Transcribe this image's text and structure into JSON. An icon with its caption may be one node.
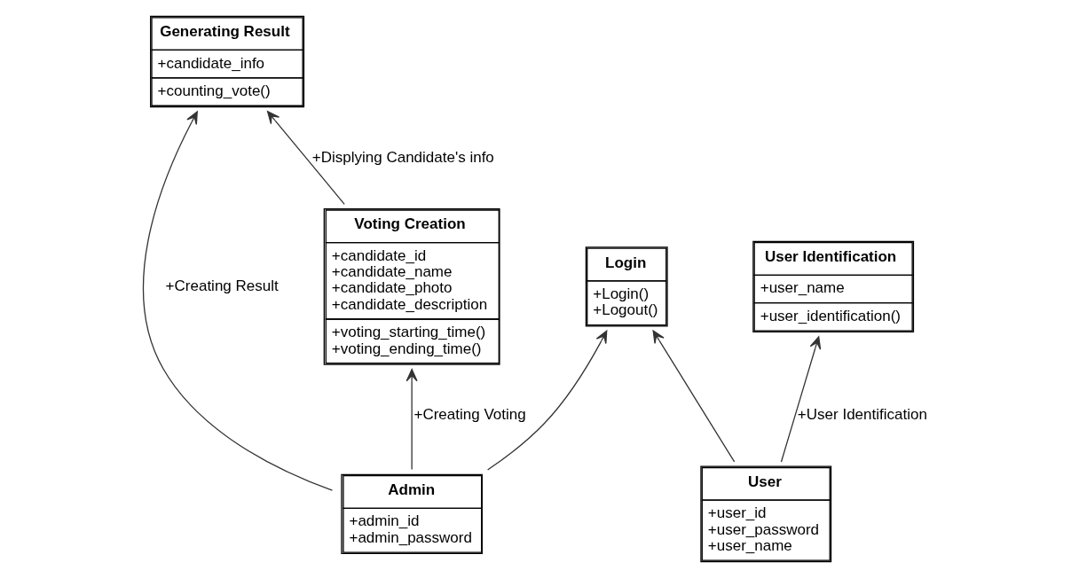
{
  "diagram": {
    "nodes": [
      {
        "text": [
          "Generating Result",
          "+candidate_info",
          "+counting_vote()"
        ]
      },
      {
        "text": [
          "Voting Creation",
          "+candidate_id +candidate_name +candidate_photo +candidate_description",
          "+voting_starting_time() +voting_ending_time()"
        ]
      },
      {
        "text": [
          "Admin",
          "+admin_id +admin_password"
        ]
      },
      {
        "text": [
          "User Identification",
          "+user_name",
          "+user_identification()"
        ]
      },
      {
        "text": [
          "Login",
          "+Login() +Logout()"
        ]
      },
      {
        "text": [
          "User",
          "+user_id +user_password +user_name"
        ]
      }
    ],
    "edges": [
      {
        "from": 1,
        "to": 0,
        "arrow": "to",
        "label": "+Displying Candidate's info"
      },
      {
        "from": 2,
        "to": 1,
        "arrow": "to",
        "label": "+Creating Voting"
      },
      {
        "from": 2,
        "to": 0,
        "arrow": "to",
        "label": "+Creating Result"
      },
      {
        "from": 2,
        "to": 4,
        "arrow": "to"
      },
      {
        "from": 5,
        "to": 4,
        "arrow": "to"
      },
      {
        "from": 5,
        "to": 3,
        "arrow": "to",
        "label": "+User Identification"
      }
    ]
  }
}
